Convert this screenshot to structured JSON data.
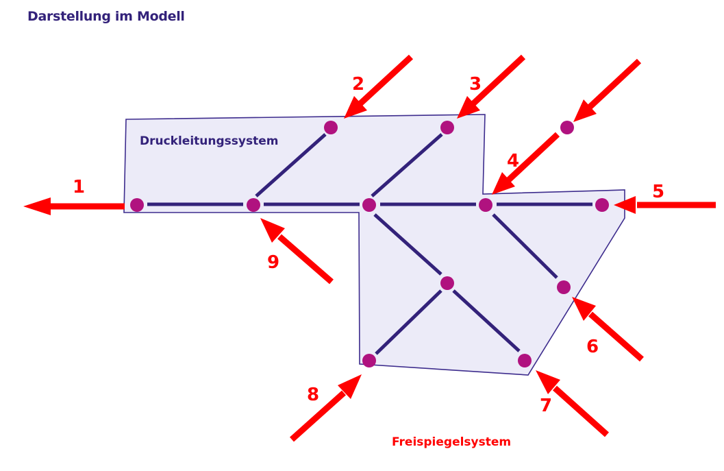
{
  "title": "Darstellung im Modell",
  "regions": {
    "pressure": {
      "label": "Druckleitungssystem",
      "label_color": "#33227a"
    },
    "gravity": {
      "label": "Freispiegelsystem",
      "label_color": "#ff0000"
    }
  },
  "colors": {
    "region_fill": "#ecebf8",
    "region_stroke": "#3d2c8d",
    "pipe": "#33227a",
    "node": "#b0127f",
    "arrow": "#ff0000"
  },
  "nodes": [
    "N1",
    "N2",
    "N3",
    "N4",
    "N5",
    "N6",
    "N7",
    "N8",
    "N9",
    "N10",
    "N11",
    "N12"
  ],
  "pipes": [
    [
      "N1",
      "N9"
    ],
    [
      "N9",
      "N10"
    ],
    [
      "N10",
      "N4"
    ],
    [
      "N4",
      "N5"
    ],
    [
      "N9",
      "N2"
    ],
    [
      "N10",
      "N3"
    ],
    [
      "N10",
      "N11"
    ],
    [
      "N11",
      "N8"
    ],
    [
      "N11",
      "N7"
    ],
    [
      "N4",
      "N6"
    ]
  ],
  "connections": [
    {
      "label": "1",
      "node": "N1",
      "direction": "outflow"
    },
    {
      "label": "2",
      "node": "N2",
      "direction": "inflow"
    },
    {
      "label": "3",
      "node": "N3",
      "direction": "inflow"
    },
    {
      "label": "4",
      "node": "N4",
      "direction": "inflow",
      "via": "N12"
    },
    {
      "label": "5",
      "node": "N5",
      "direction": "inflow"
    },
    {
      "label": "6",
      "node": "N6",
      "direction": "inflow"
    },
    {
      "label": "7",
      "node": "N7",
      "direction": "inflow"
    },
    {
      "label": "8",
      "node": "N8",
      "direction": "inflow"
    },
    {
      "label": "9",
      "node": "N9",
      "direction": "inflow"
    }
  ]
}
